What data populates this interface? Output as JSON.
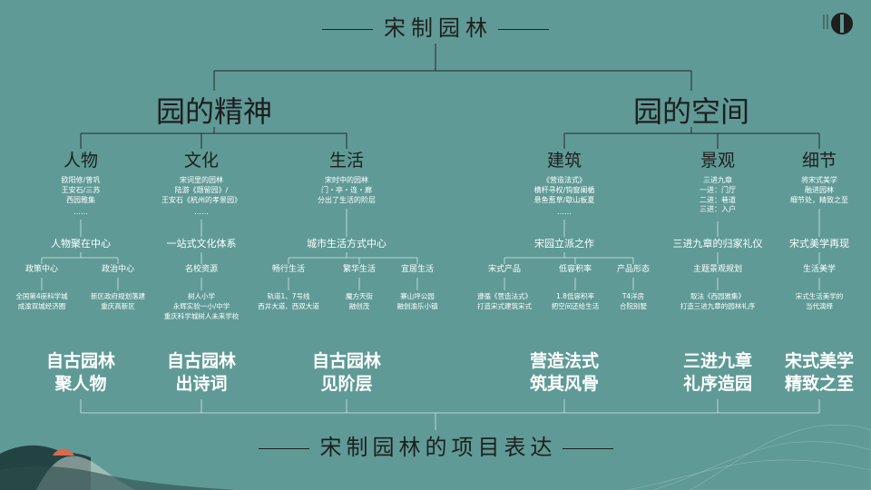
{
  "title": "宋制园林",
  "bottom_title": "宋制园林的项目表达",
  "roots": [
    {
      "label": "园的精神"
    },
    {
      "label": "园的空间"
    }
  ],
  "categories": [
    {
      "label": "人物",
      "desc": [
        "欧阳修/曾巩",
        "王安石/三苏",
        "西园雅集"
      ],
      "dots": "……",
      "sub": "人物聚在中心",
      "subsubs": [
        {
          "label": "政策中心",
          "leaf": [
            "全国第4座科学城",
            "成渝双城经济圈"
          ]
        },
        {
          "label": "政治中心",
          "leaf": [
            "新区政府规划落建",
            "重庆高新区"
          ]
        }
      ]
    },
    {
      "label": "文化",
      "desc": [
        "宋词里的园林",
        "陆游《题留园》/",
        "王安石《杭州的孝景园》"
      ],
      "dots": "……",
      "sub": "一站式文化体系",
      "subsubs": [
        {
          "label": "名校资源",
          "leaf": [
            "树人小学",
            "永辉实验一小/中学",
            "重庆科学城树人未来学校"
          ]
        }
      ]
    },
    {
      "label": "生活",
      "desc": [
        "宋时中的园林",
        "门・亭・连・廊",
        "分出了生活的阶层"
      ],
      "dots": "",
      "sub": "城市生活方式中心",
      "subsubs": [
        {
          "label": "畅行生活",
          "leaf": [
            "轨道1、7号线",
            "西井大道、西双大道"
          ]
        },
        {
          "label": "繁华生活",
          "leaf": [
            "魔方天街",
            "融创茂"
          ]
        },
        {
          "label": "宜居生活",
          "leaf": [
            "寨山坪公园",
            "融创渝乐小镇"
          ]
        }
      ]
    },
    {
      "label": "建筑",
      "desc": [
        "《营造法式》",
        "横杆寻权/钩窗阑楯",
        "悬鱼惹草/歇山板夏"
      ],
      "dots": "……",
      "sub": "宋园立派之作",
      "subsubs": [
        {
          "label": "宋式产品",
          "leaf": [
            "遵循《营造法式》",
            "打造宋式建筑宋式"
          ]
        },
        {
          "label": "低容积率",
          "leaf": [
            "1.8低容积率",
            "把空间还给生活"
          ]
        },
        {
          "label": "产品形态",
          "leaf": [
            "T4洋房",
            "合院别墅"
          ]
        }
      ]
    },
    {
      "label": "景观",
      "desc": [
        "三进九章",
        "一进：门厅",
        "二进：巷道",
        "三进：入户"
      ],
      "dots": "",
      "sub": "三进九章的归家礼仪",
      "subsubs": [
        {
          "label": "主题景观规划",
          "leaf": [
            "取法《西园雅集》",
            "打造三进九章的园林礼序"
          ]
        }
      ]
    },
    {
      "label": "细节",
      "desc": [
        "将宋式美学",
        "融进园林",
        "细节处，精致之至"
      ],
      "dots": "",
      "sub": "宋式美学再现",
      "subsubs": [
        {
          "label": "生活美学",
          "leaf": [
            "宋式生活美学的",
            "当代演绎"
          ]
        }
      ]
    }
  ],
  "slogans": [
    [
      "自古园林",
      "聚人物"
    ],
    [
      "自古园林",
      "出诗词"
    ],
    [
      "自古园林",
      "见阶层"
    ],
    [
      "营造法式",
      "筑其风骨"
    ],
    [
      "三进九章",
      "礼序造园"
    ],
    [
      "宋式美学",
      "精致之至"
    ]
  ],
  "colors": {
    "background": "#5f9a96",
    "dark_text": "#1e1e1e",
    "line": "#2a2a2a",
    "accent_sun": "#d96a4a"
  },
  "icons": {
    "logo": "circle-logo-icon",
    "decoration": "mountains-decoration"
  }
}
